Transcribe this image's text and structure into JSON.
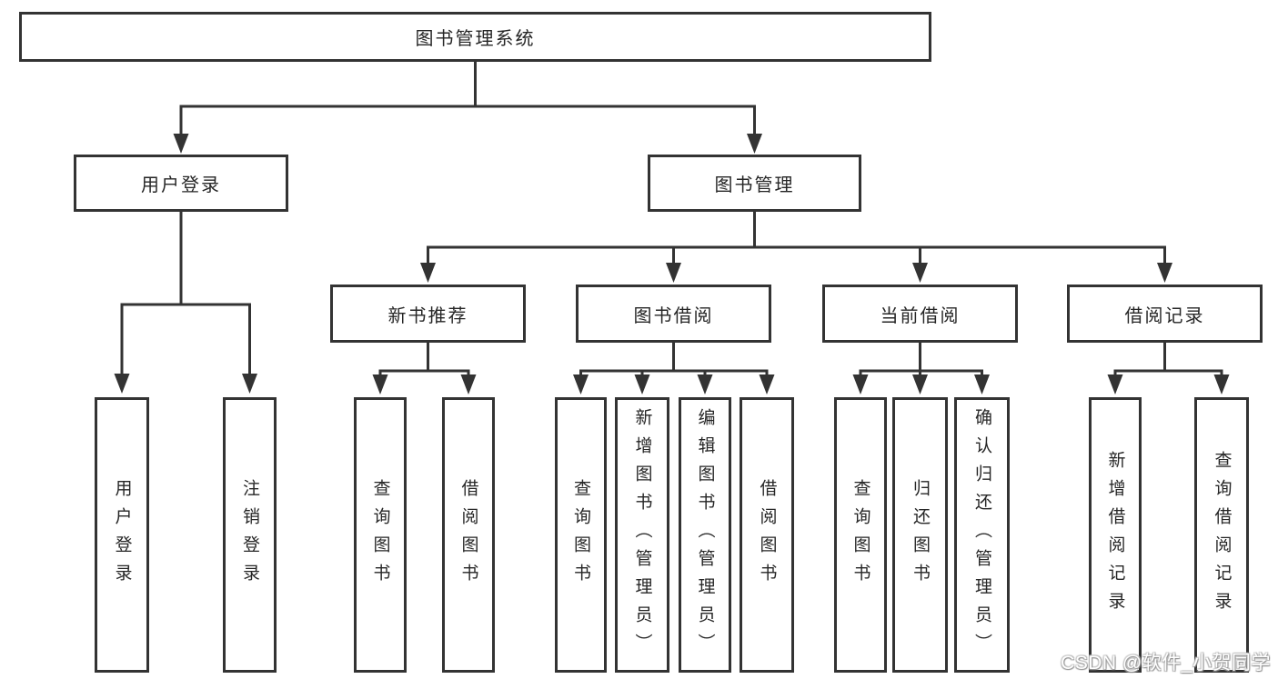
{
  "diagram": {
    "root": {
      "label": "图书管理系统"
    },
    "branches": [
      {
        "label": "用户登录",
        "children": [
          {
            "label": "用户登录"
          },
          {
            "label": "注销登录"
          }
        ]
      },
      {
        "label": "图书管理",
        "children": [
          {
            "label": "新书推荐",
            "children": [
              {
                "label": "查询图书"
              },
              {
                "label": "借阅图书"
              }
            ]
          },
          {
            "label": "图书借阅",
            "children": [
              {
                "label": "查询图书"
              },
              {
                "label": "新增图书（管理员）"
              },
              {
                "label": "编辑图书（管理员）"
              },
              {
                "label": "借阅图书"
              }
            ]
          },
          {
            "label": "当前借阅",
            "children": [
              {
                "label": "查询图书"
              },
              {
                "label": "归还图书"
              },
              {
                "label": "确认归还（管理员）"
              }
            ]
          },
          {
            "label": "借阅记录",
            "children": [
              {
                "label": "新增借阅记录"
              },
              {
                "label": "查询借阅记录"
              }
            ]
          }
        ]
      }
    ],
    "colors": {
      "line": "#333333",
      "text": "#262626",
      "background": "#ffffff"
    }
  },
  "watermark": {
    "text": "CSDN @软件_小贺同学",
    "color": "#ffffff"
  }
}
